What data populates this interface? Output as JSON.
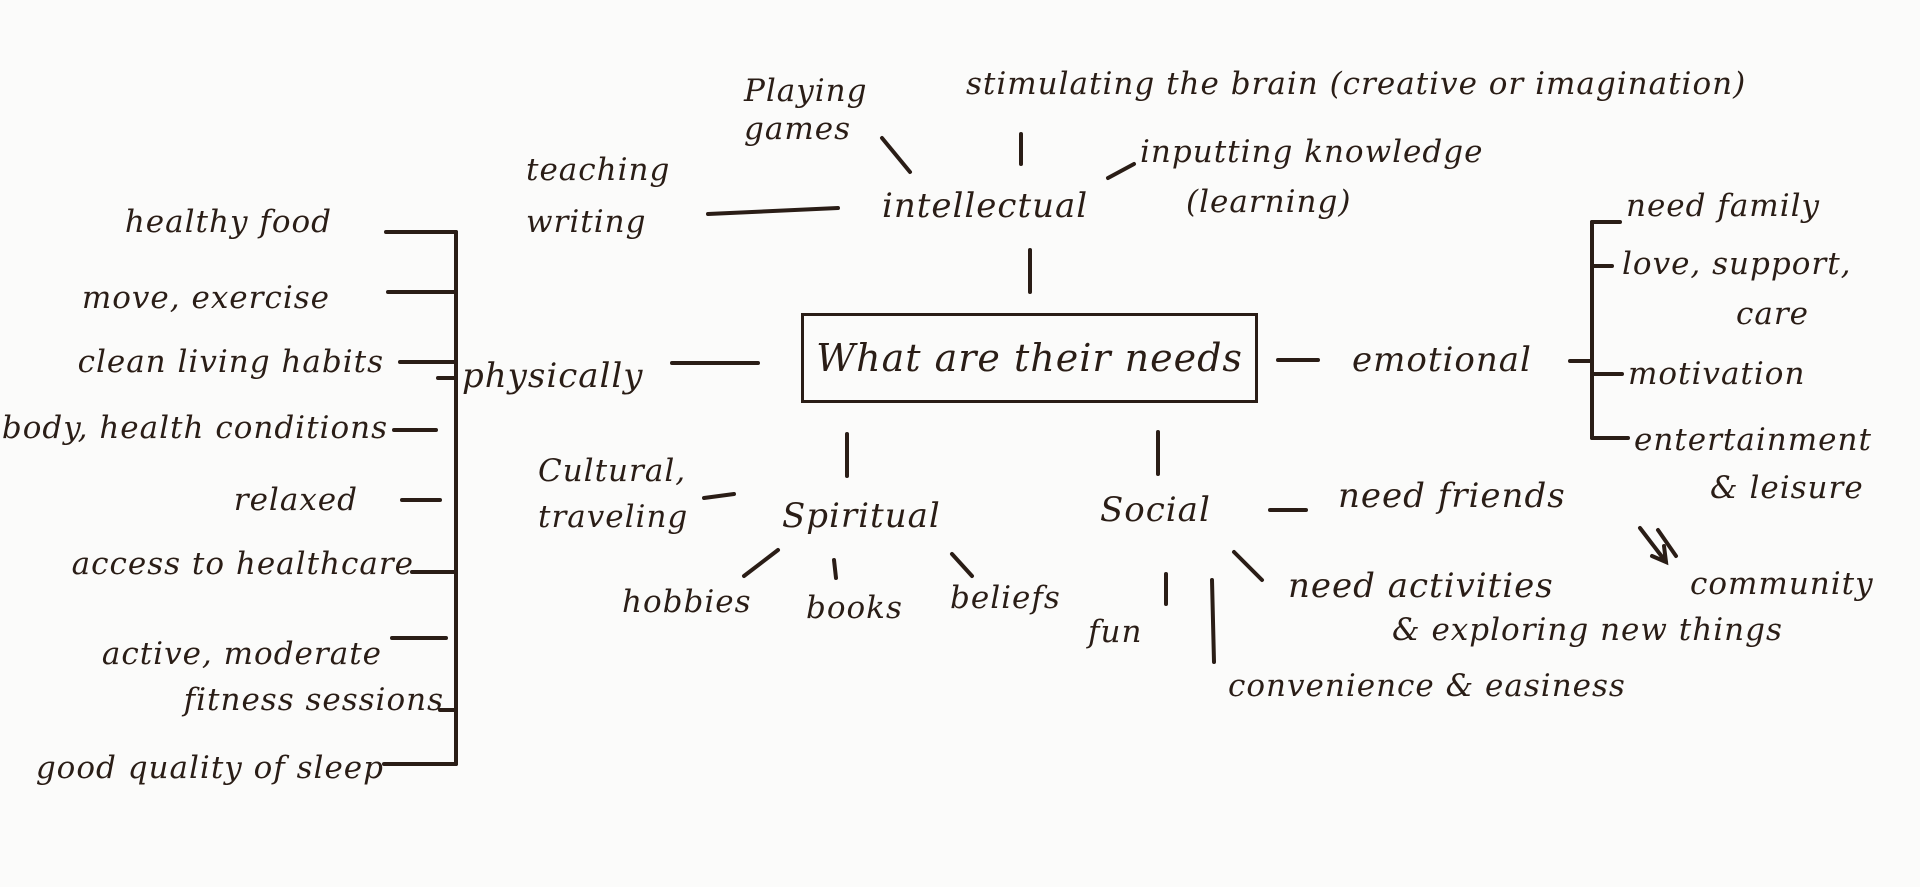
{
  "center": "What are their needs",
  "intellectual": {
    "label": "intellectual",
    "items": [
      "Playing games",
      "stimulating the brain (creative or imagination)",
      "teaching writing",
      "inputting knowledge",
      "(learning)"
    ]
  },
  "physically": {
    "label": "physically",
    "items": [
      "healthy food",
      "move, exercise",
      "clean living habits",
      "body, health conditions",
      "relaxed",
      "access to healthcare",
      "active, moderate",
      "fitness sessions",
      "good quality of sleep"
    ]
  },
  "emotional": {
    "label": "emotional",
    "items": [
      "need family",
      "love, support,",
      "care",
      "motivation",
      "entertainment",
      "& leisure"
    ]
  },
  "spiritual": {
    "label": "Spiritual",
    "items": [
      "Cultural, traveling",
      "hobbies",
      "books",
      "beliefs"
    ]
  },
  "social": {
    "label": "Social",
    "items": [
      "need friends",
      "community",
      "fun",
      "need activities",
      "& exploring new things",
      "convenience & easiness"
    ]
  }
}
